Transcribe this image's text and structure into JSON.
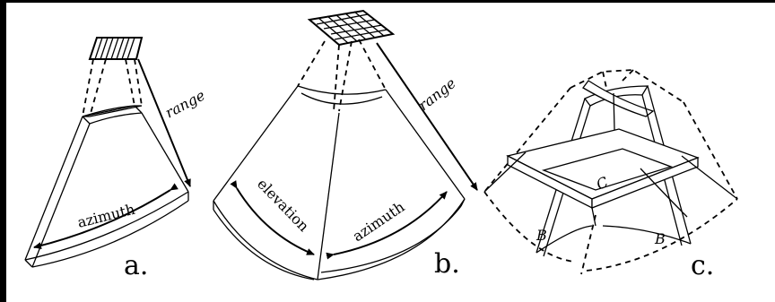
{
  "panels": [
    {
      "letter": "a.",
      "labels": {
        "range": "range",
        "azimuth": "azimuth"
      }
    },
    {
      "letter": "b.",
      "labels": {
        "range": "range",
        "azimuth": "azimuth",
        "elevation": "elevation"
      }
    },
    {
      "letter": "c.",
      "labels": {
        "b_left": "B",
        "b_right": "B",
        "c_center": "C"
      }
    }
  ]
}
